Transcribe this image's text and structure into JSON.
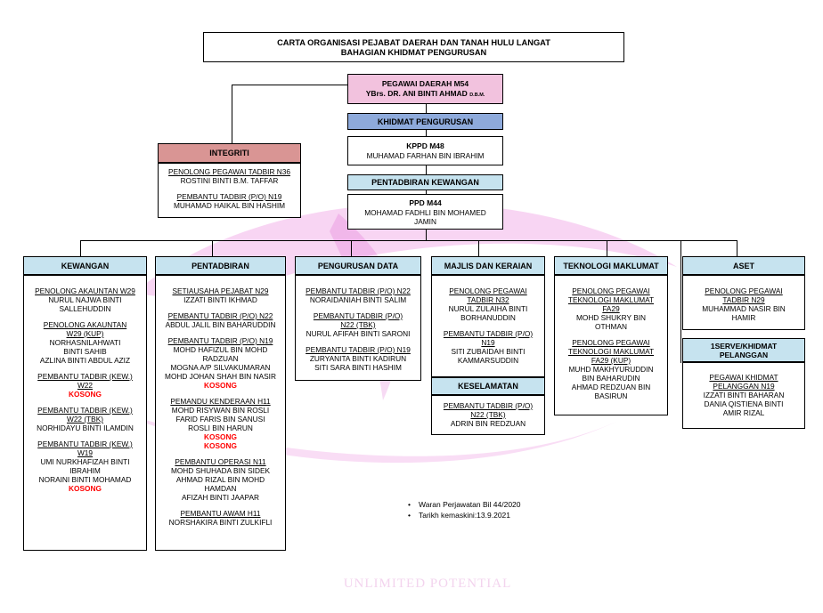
{
  "title": {
    "line1": "CARTA ORGANISASI PEJABAT DAERAH DAN TANAH HULU LANGAT",
    "line2": "BAHAGIAN KHIDMAT PENGURUSAN"
  },
  "top": {
    "head_role": "PEGAWAI DAERAH M54",
    "head_name": "YBrs. DR. ANI BINTI AHMAD",
    "head_suffix": "D.B.M.",
    "khidmat_label": "KHIDMAT PENGURUSAN",
    "kppd_role": "KPPD M48",
    "kppd_name": "MUHAMAD FARHAN BIN IBRAHIM",
    "kewangan_label": "PENTADBIRAN KEWANGAN",
    "ppd_role": "PPD M44",
    "ppd_name1": "MOHAMAD FADHLI BIN MOHAMED",
    "ppd_name2": "JAMIN"
  },
  "integriti": {
    "label": "INTEGRITI",
    "role1": "PENOLONG PEGAWAI TADBIR N36",
    "name1": "ROSTINI BINTI B.M. TAFFAR",
    "role2": "PEMBANTU TADBIR (P/O) N19",
    "name2": "MUHAMAD HAIKAL BIN HASHIM"
  },
  "units": {
    "kewangan": {
      "label": "KEWANGAN",
      "r1": "PENOLONG AKAUNTAN W29",
      "n1a": "NURUL NAJWA BINTI",
      "n1b": "SALLEHUDDIN",
      "r2a": "PENOLONG AKAUNTAN",
      "r2b": "W29 (KUP)",
      "n2a": "NORHASNILAHWATI",
      "n2b": "BINTI SAHIB",
      "n2c": "AZLINA BINTI ABDUL AZIZ",
      "r3a": "PEMBANTU TADBIR (KEW.)",
      "r3b": "W22",
      "v3": "KOSONG",
      "r4a": "PEMBANTU TADBIR (KEW.)",
      "r4b": "W22 (TBK)",
      "n4": "NORHIDAYU BINTI ILAMDIN",
      "r5a": "PEMBANTU TADBIR (KEW.)",
      "r5b": "W19",
      "n5a": "UMI NURKHAFIZAH BINTI",
      "n5b": "IBRAHIM",
      "n5c": "NORAINI BINTI MOHAMAD",
      "v5": "KOSONG"
    },
    "pentadbiran": {
      "label": "PENTADBIRAN",
      "r1": "SETIAUSAHA PEJABAT N29",
      "n1": "IZZATI BINTI IKHMAD",
      "r2": "PEMBANTU TADBIR (P/O) N22",
      "n2": "ABDUL JALIL BIN BAHARUDDIN",
      "r3": "PEMBANTU TADBIR (P/O) N19",
      "n3a": "MOHD HAFIZUL BIN MOHD",
      "n3b": "RADZUAN",
      "n3c": "MOGNA A/P SILVAKUMARAN",
      "n3d": "MOHD JOHAN SHAH BIN NASIR",
      "v3": "KOSONG",
      "r4": "PEMANDU KENDERAAN H11",
      "n4a": "MOHD RISYWAN BIN ROSLI",
      "n4b": "FARID FARIS BIN SANUSI",
      "n4c": "ROSLI BIN HARUN",
      "v4a": "KOSONG",
      "v4b": "KOSONG",
      "r5": "PEMBANTU OPERASI N11",
      "n5a": "MOHD SHUHADA BIN SIDEK",
      "n5b": "AHMAD RIZAL BIN MOHD",
      "n5c": "HAMDAN",
      "n5d": "AFIZAH BINTI JAAPAR",
      "r6": "PEMBANTU AWAM H11",
      "n6": "NORSHAKIRA BINTI ZULKIFLI"
    },
    "data": {
      "label": "PENGURUSAN DATA",
      "r1": "PEMBANTU TADBIR (P/O) N22",
      "n1": "NORAIDANIAH BINTI SALIM",
      "r2a": "PEMBANTU TADBIR (P/O)",
      "r2b": "N22 (TBK)",
      "n2": "NURUL AFIFAH BINTI SARONI",
      "r3": "PEMBANTU TADBIR (P/O) N19",
      "n3a": "ZURYANITA BINTI KADIRUN",
      "n3b": "SITI SARA BINTI HASHIM"
    },
    "majlis": {
      "label": "MAJLIS  DAN  KERAIAN",
      "r1a": "PENOLONG PEGAWAI",
      "r1b": "TADBIR N32",
      "n1a": "NURUL ZULAIHA BINTI",
      "n1b": "BORHANUDDIN",
      "r2a": "PEMBANTU TADBIR (P/O)",
      "r2b": "N19",
      "n2a": "SITI ZUBAIDAH BINTI",
      "n2b": "KAMMARSUDDIN"
    },
    "keselamatan": {
      "label": "KESELAMATAN",
      "r1a": "PEMBANTU TADBIR (P/O)",
      "r1b": "N22 (TBK)",
      "n1": "ADRIN BIN REDZUAN"
    },
    "teknologi": {
      "label": "TEKNOLOGI MAKLUMAT",
      "r1a": "PENOLONG PEGAWAI",
      "r1b": "TEKNOLOGI MAKLUMAT",
      "r1c": "FA29",
      "n1a": "MOHD SHUKRY BIN",
      "n1b": "OTHMAN",
      "r2a": "PENOLONG PEGAWAI",
      "r2b": "TEKNOLOGI MAKLUMAT",
      "r2c": "FA29 (KUP)",
      "n2a": "MUHD MAKHYURUDDIN",
      "n2b": "BIN BAHARUDIN",
      "n2c": "AHMAD REDZUAN BIN",
      "n2d": "BASIRUN"
    },
    "aset": {
      "label": "ASET",
      "r1a": "PENOLONG PEGAWAI",
      "r1b": "TADBIR N29",
      "n1a": "MUHAMMAD NASIR BIN",
      "n1b": "HAMIR"
    },
    "iserve": {
      "label_a": "1SERVE/KHIDMAT",
      "label_b": "PELANGGAN",
      "r1a": "PEGAWAI KHIDMAT",
      "r1b": "PELANGGAN N19",
      "n1a": "IZZATI BINTI BAHARAN",
      "n1b": "DANIA QISTIENA BINTI",
      "n1c": "AMIR RIZAL"
    }
  },
  "notes": {
    "item1": "Waran Perjawatan Bil 44/2020",
    "item2": "Tarikh kemaskini:13.9.2021"
  },
  "watermark": {
    "text": "UNLIMITED POTENTIAL"
  },
  "colors": {
    "header_blue": "#c6e3ef",
    "header_blue_light": "#dff0f6",
    "khidmat_blue": "#8eaadb",
    "head_pink": "#f2c2de",
    "integriti_red": "#d99594",
    "vacant_red": "#ff0000"
  }
}
